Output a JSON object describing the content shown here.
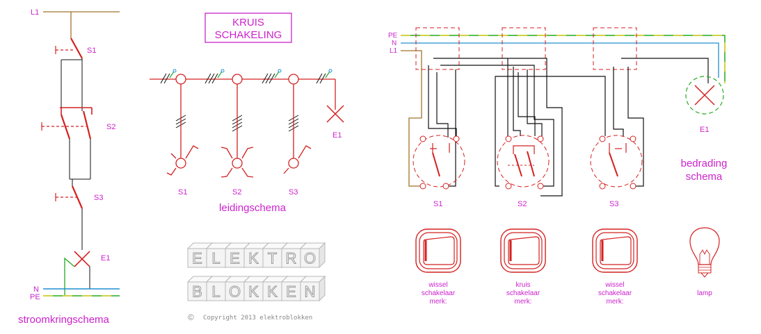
{
  "colors": {
    "wire_l1": "#a0722a",
    "wire_n": "#1e8fd0",
    "wire_pe": "#22aa22",
    "wire_pe_stripe": "#e8d22a",
    "symbol_red": "#d42020",
    "wire_black": "#111111",
    "label_magenta": "#cc22cc",
    "blocks_gray": "#b8b8b8"
  },
  "title": {
    "line1": "KRUIS",
    "line2": "SCHAKELING"
  },
  "stroomkring": {
    "caption": "stroomkringschema",
    "l1": "L1",
    "n": "N",
    "pe": "PE",
    "s1": "S1",
    "s2": "S2",
    "s3": "S3",
    "e1": "E1"
  },
  "leiding": {
    "caption": "leidingschema",
    "s1": "S1",
    "s2": "S2",
    "s3": "S3",
    "e1": "E1"
  },
  "bedrading": {
    "caption_line1": "bedrading",
    "caption_line2": "schema",
    "pe": "PE",
    "n": "N",
    "l1": "L1",
    "s1": "S1",
    "s2": "S2",
    "s3": "S3",
    "e1": "E1"
  },
  "products": [
    {
      "line1": "wissel",
      "line2": "schakelaar",
      "line3": "merk:"
    },
    {
      "line1": "kruis",
      "line2": "schakelaar",
      "line3": "merk:"
    },
    {
      "line1": "wissel",
      "line2": "schakelaar",
      "line3": "merk:"
    }
  ],
  "lamp_label": "lamp",
  "logo": {
    "row1": "ELEKTRO",
    "row2": "BLOKKEN"
  },
  "copyright": {
    "symbol": "©",
    "text": "Copyright 2013 elektroblokken"
  }
}
